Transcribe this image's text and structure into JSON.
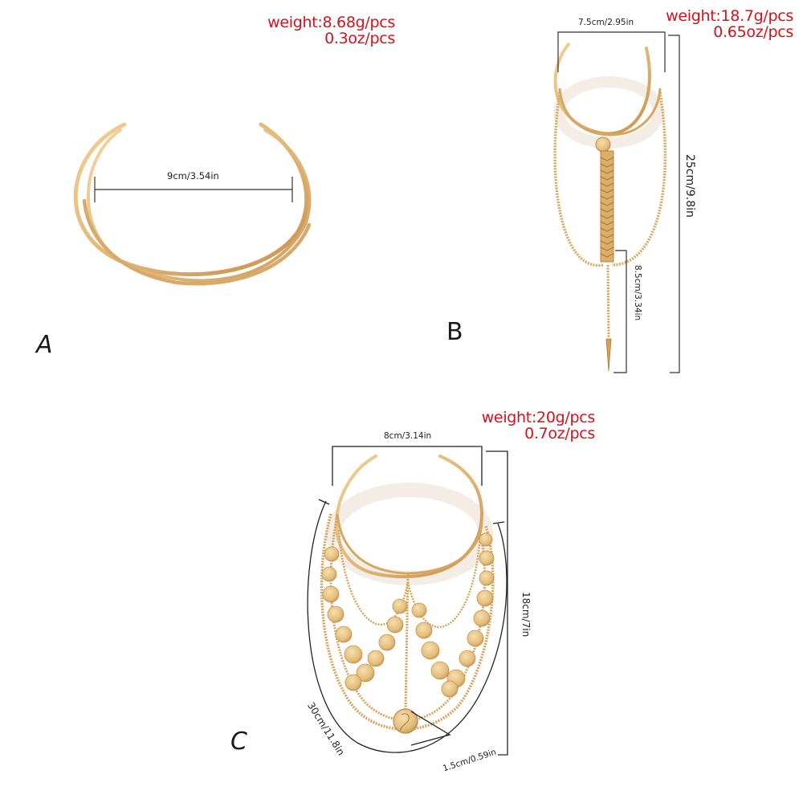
{
  "products": [
    {
      "label": "A",
      "weight": {
        "line1": "weight:8.68g/pcs",
        "line2": "0.3oz/pcs"
      },
      "dimensions": {
        "width": "9cm/3.54in"
      }
    },
    {
      "label": "B",
      "weight": {
        "line1": "weight:18.7g/pcs",
        "line2": "0.65oz/pcs"
      },
      "dimensions": {
        "width": "7.5cm/2.95in",
        "length": "25cm/9.8in",
        "tassel": "8.5cm/3.34in"
      }
    },
    {
      "label": "C",
      "weight": {
        "line1": "weight:20g/pcs",
        "line2": "0.7oz/pcs"
      },
      "dimensions": {
        "width": "8cm/3.14in",
        "height": "18cm/7in",
        "chain": "30cm/11.8in",
        "coin": "1.5cm/0.59in"
      }
    }
  ],
  "colors": {
    "weight_text": "#d3121b",
    "gold": "#e2b877",
    "gold_dark": "#c8904a",
    "line": "#222222"
  }
}
